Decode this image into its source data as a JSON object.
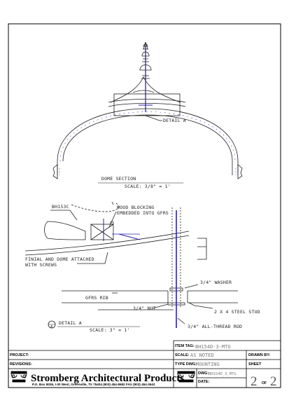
{
  "dome_section": {
    "title": "DOME SECTION",
    "scale": "SCALE: 3/8\" = 1'",
    "detail_callout": "DETAIL A"
  },
  "detail_a": {
    "labels": {
      "bh153c": "BH153C",
      "wood_blocking_1": "WOOD BLOCKING",
      "wood_blocking_2": "EMBEDDED INTO GFRS",
      "finial_1": "FINIAL AND DOME ATTACHED",
      "finial_2": "WITH SCREWS",
      "washer": "3/4\" WASHER",
      "gfrs_rib": "GFRS RIB",
      "nut": "3/4\" NUT",
      "stud": "2 X 4 STEEL STUD",
      "rod": "3/4\" ALL-THREAD ROD"
    },
    "marker": "A",
    "title": "DETAIL A",
    "scale": "SCALE: 3\" = 1'"
  },
  "title_block": {
    "item_tag_label": "ITEM TAG:",
    "item_tag_value": "BH154D-3-MTG",
    "project_label": "PROJECT:",
    "revisions_label": "REVISIONS:",
    "scale_label": "SCALE:",
    "scale_value": "AS NOTED",
    "drawn_by_label": "DRAWN BY:",
    "type_dwg_label": "TYPE DWG:",
    "type_dwg_value": "MOUNTING",
    "sheet_label": "SHEET",
    "dwg_label": "DWG:",
    "dwg_value": "BH154D_3_MTG",
    "date_label": "DATE:",
    "sheet_number": "2",
    "sheet_of": "OF",
    "sheet_total": "2",
    "company": "Stromberg Architectural Products",
    "address": "P.O. Box 8036, I-30 West, Greenville, TX 75404  (903) 454-8682  FAX (903) 454-3642"
  },
  "colors": {
    "line": "#1f1f1f",
    "accent": "#2a22b8",
    "gray": "#7a7a7a"
  }
}
